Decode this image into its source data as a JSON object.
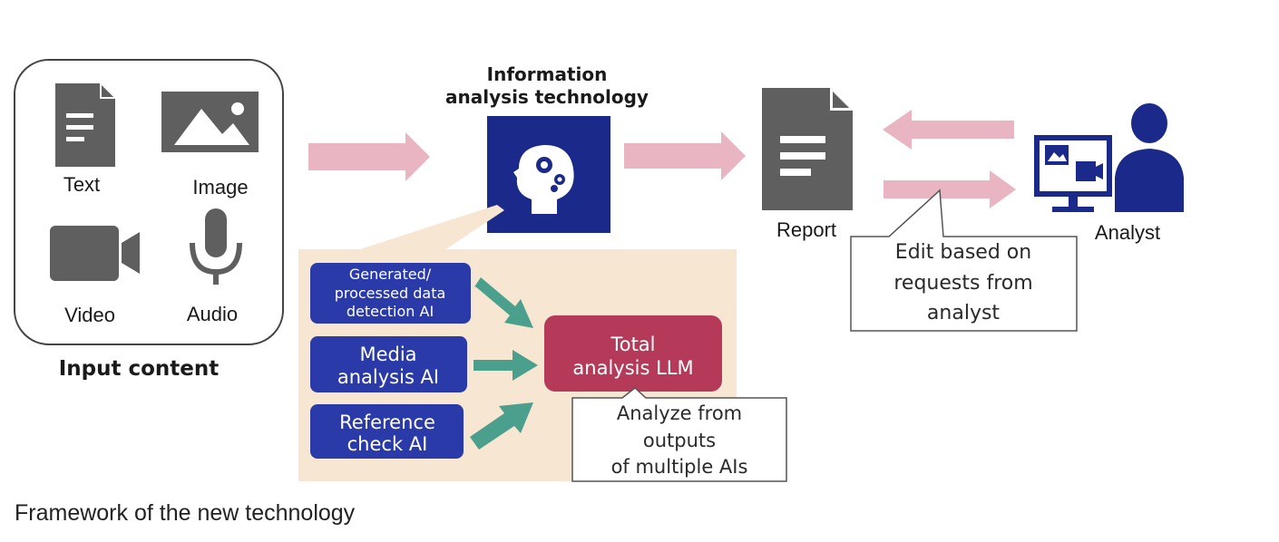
{
  "input_group": {
    "items": {
      "text": "Text",
      "image": "Image",
      "video": "Video",
      "audio": "Audio"
    },
    "title": "Input content"
  },
  "info_tech": {
    "title_line1": "Information",
    "title_line2": "analysis technology"
  },
  "ai_modules": {
    "detection_l1": "Generated/",
    "detection_l2": "processed data",
    "detection_l3": "detection AI",
    "media_l1": "Media",
    "media_l2": "analysis AI",
    "reference_l1": "Reference",
    "reference_l2": "check AI",
    "llm_l1": "Total",
    "llm_l2": "analysis LLM",
    "llm_note_l1": "Analyze from",
    "llm_note_l2": "outputs",
    "llm_note_l3": "of multiple AIs"
  },
  "report": {
    "label": "Report"
  },
  "analyst": {
    "label": "Analyst"
  },
  "edit_note": {
    "l1": "Edit based on",
    "l2": "requests from",
    "l3": "analyst"
  },
  "caption": "Framework of the new technology",
  "colors": {
    "navy": "#1b2a8a",
    "module_blue": "#2a3aa8",
    "llm_red": "#b53a5a",
    "arrow_pink": "#e9b5c2",
    "arrow_teal": "#4aa08c",
    "panel_beige": "#f7e6d2",
    "icon_gray": "#5f5f5f"
  },
  "icons": [
    "document-icon",
    "image-icon",
    "video-camera-icon",
    "microphone-icon",
    "brain-gears-icon",
    "report-document-icon",
    "monitor-icon",
    "person-icon"
  ]
}
